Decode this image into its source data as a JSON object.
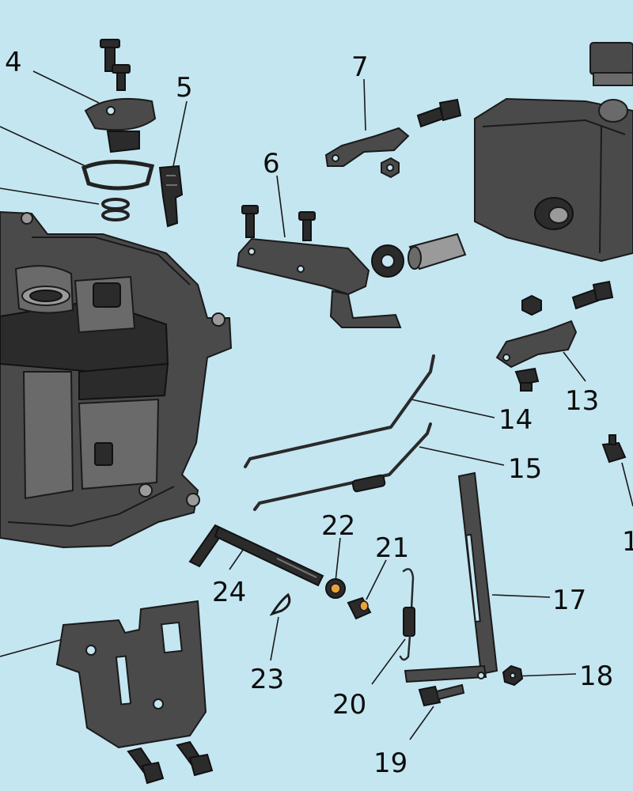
{
  "diagram": {
    "callouts": [
      {
        "id": "4",
        "label": "4"
      },
      {
        "id": "5",
        "label": "5"
      },
      {
        "id": "6",
        "label": "6"
      },
      {
        "id": "7",
        "label": "7"
      },
      {
        "id": "13",
        "label": "13"
      },
      {
        "id": "14",
        "label": "14"
      },
      {
        "id": "15",
        "label": "15"
      },
      {
        "id": "16",
        "label": "1"
      },
      {
        "id": "17",
        "label": "17"
      },
      {
        "id": "18",
        "label": "18"
      },
      {
        "id": "19",
        "label": "19"
      },
      {
        "id": "20",
        "label": "20"
      },
      {
        "id": "21",
        "label": "21"
      },
      {
        "id": "22",
        "label": "22"
      },
      {
        "id": "23",
        "label": "23"
      },
      {
        "id": "24",
        "label": "24"
      }
    ],
    "colors": {
      "background": "#c4e6f1",
      "part_fill": "#4a4a4a",
      "outline": "#1a1a1a",
      "label": "#0d0d0d"
    }
  }
}
